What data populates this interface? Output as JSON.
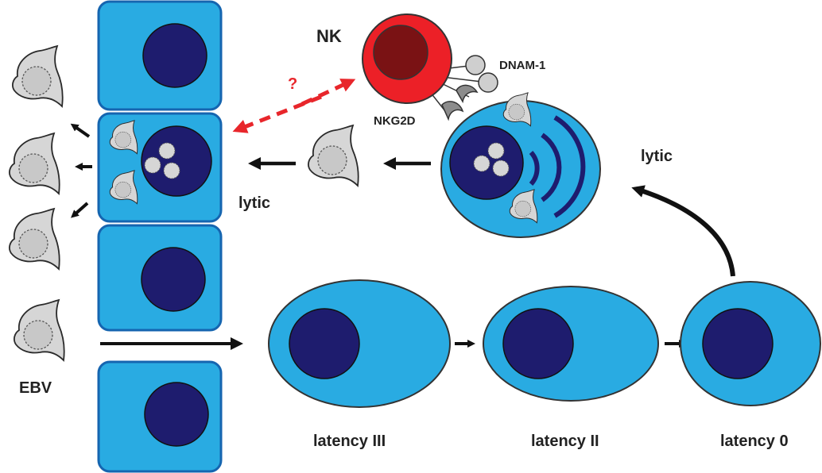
{
  "labels": {
    "nk": "NK",
    "dnam1": "DNAM-1",
    "nkg2d": "NKG2D",
    "question": "?",
    "lytic_left": "lytic",
    "lytic_right": "lytic",
    "ebv": "EBV",
    "latency3": "latency III",
    "latency2": "latency II",
    "latency0": "latency 0"
  },
  "colors": {
    "cell_fill": "#29abe2",
    "cell_stroke": "#1565b0",
    "nucleus": "#1e1c6e",
    "nk_cell": "#ec2027",
    "nk_nucleus": "#7a1214",
    "virion_fill": "#d6d6d6",
    "receptor": "#8c8c8c",
    "arrow": "#111111",
    "dashed_arrow": "#e8262b"
  },
  "icons": [
    "ebv-virion-icon",
    "nk-cell-icon",
    "epithelial-cell-icon",
    "b-cell-icon",
    "signal-waves-icon"
  ]
}
